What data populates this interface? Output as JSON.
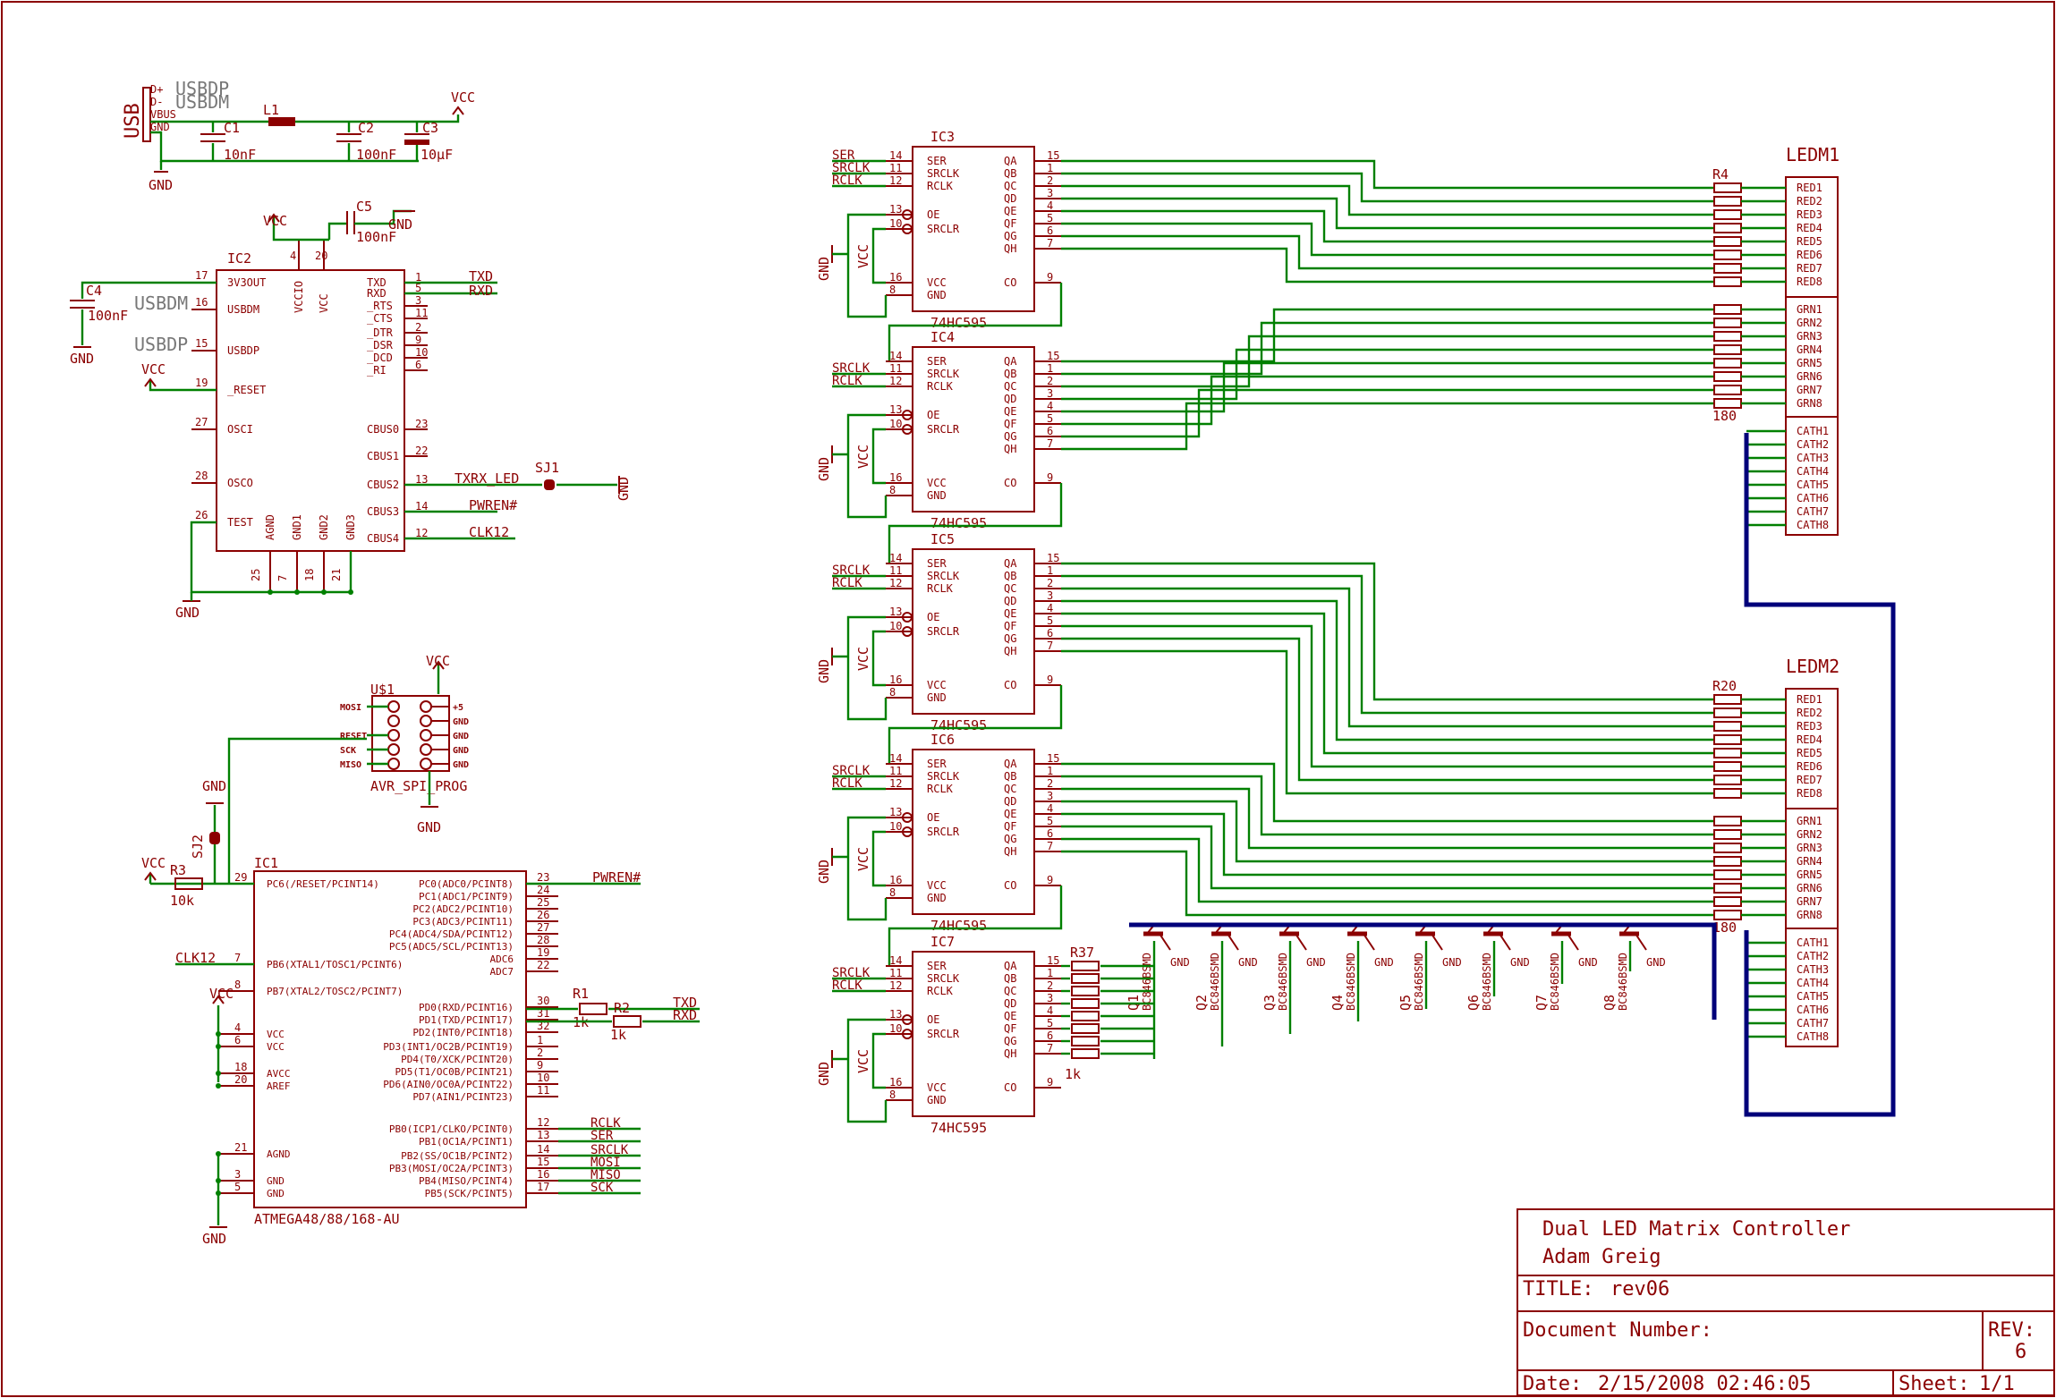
{
  "title_block": {
    "project": "Dual LED Matrix Controller",
    "author": "Adam Greig",
    "title_label": "TITLE:",
    "title_value": "rev06",
    "doc_label": "Document Number:",
    "rev_label": "REV:",
    "rev_value": "6",
    "date_label": "Date:",
    "date_value": "2/15/2008 02:46:05",
    "sheet_label": "Sheet:",
    "sheet_value": "1/1"
  },
  "usb": {
    "connector": "USB",
    "pins": [
      "D+",
      "D-",
      "VBUS",
      "GND"
    ],
    "nets": [
      "USBDP",
      "USBDM"
    ],
    "l1": "L1",
    "c1": "C1",
    "c1_val": "10nF",
    "c2": "C2",
    "c2_val": "100nF",
    "c3": "C3",
    "c3_val": "10µF",
    "vcc": "VCC",
    "gnd": "GND"
  },
  "ic2": {
    "name": "IC2",
    "left_pins": [
      {
        "num": "17",
        "name": "3V3OUT"
      },
      {
        "num": "16",
        "name": "USBDM"
      },
      {
        "num": "15",
        "name": "USBDP"
      },
      {
        "num": "19",
        "name": "_RESET"
      },
      {
        "num": "27",
        "name": "OSCI"
      },
      {
        "num": "28",
        "name": "OSCO"
      },
      {
        "num": "26",
        "name": "TEST"
      }
    ],
    "top_pins": [
      {
        "num": "4",
        "name": "VCCIO"
      },
      {
        "num": "20",
        "name": "VCC"
      }
    ],
    "bottom_pins": [
      {
        "num": "25",
        "name": "AGND"
      },
      {
        "num": "7",
        "name": "GND1"
      },
      {
        "num": "18",
        "name": "GND2"
      },
      {
        "num": "21",
        "name": "GND3"
      }
    ],
    "right_pins": [
      {
        "num": "1",
        "name": "TXD"
      },
      {
        "num": "5",
        "name": "RXD"
      },
      {
        "num": "3",
        "name": "_RTS"
      },
      {
        "num": "11",
        "name": "_CTS"
      },
      {
        "num": "2",
        "name": "_DTR"
      },
      {
        "num": "9",
        "name": "_DSR"
      },
      {
        "num": "10",
        "name": "_DCD"
      },
      {
        "num": "6",
        "name": "_RI"
      },
      {
        "num": "23",
        "name": "CBUS0"
      },
      {
        "num": "22",
        "name": "CBUS1"
      },
      {
        "num": "13",
        "name": "CBUS2"
      },
      {
        "num": "14",
        "name": "CBUS3"
      },
      {
        "num": "12",
        "name": "CBUS4"
      }
    ],
    "nets": {
      "txd": "TXD",
      "rxd": "RXD",
      "txrx": "TXRX_LED",
      "pwren": "PWREN#",
      "clk": "CLK12"
    },
    "c4": "C4",
    "c4_val": "100nF",
    "c5": "C5",
    "c5_val": "100nF",
    "usbdm": "USBDM",
    "usbdp": "USBDP",
    "sj1": "SJ1",
    "vcc": "VCC",
    "gnd": "GND"
  },
  "spi": {
    "name": "U$1",
    "label": "AVR_SPI_PROG",
    "left": [
      "MOSI",
      "RESET",
      "SCK",
      "MISO"
    ],
    "right": [
      "+5",
      "GND",
      "GND",
      "GND",
      "GND"
    ],
    "vcc": "VCC",
    "gnd": "GND"
  },
  "ic1": {
    "name": "IC1",
    "part": "ATMEGA48/88/168-AU",
    "left_pins": [
      {
        "num": "29",
        "name": "PC6(/RESET/PCINT14)"
      },
      {
        "num": "7",
        "name": "PB6(XTAL1/TOSC1/PCINT6)"
      },
      {
        "num": "8",
        "name": "PB7(XTAL2/TOSC2/PCINT7)"
      },
      {
        "num": "4",
        "name": "VCC"
      },
      {
        "num": "6",
        "name": "VCC"
      },
      {
        "num": "18",
        "name": "AVCC"
      },
      {
        "num": "20",
        "name": "AREF"
      },
      {
        "num": "21",
        "name": "AGND"
      },
      {
        "num": "3",
        "name": "GND"
      },
      {
        "num": "5",
        "name": "GND"
      }
    ],
    "right_pins": [
      {
        "num": "23",
        "name": "PC0(ADC0/PCINT8)"
      },
      {
        "num": "24",
        "name": "PC1(ADC1/PCINT9)"
      },
      {
        "num": "25",
        "name": "PC2(ADC2/PCINT10)"
      },
      {
        "num": "26",
        "name": "PC3(ADC3/PCINT11)"
      },
      {
        "num": "27",
        "name": "PC4(ADC4/SDA/PCINT12)"
      },
      {
        "num": "28",
        "name": "PC5(ADC5/SCL/PCINT13)"
      },
      {
        "num": "19",
        "name": "ADC6"
      },
      {
        "num": "22",
        "name": "ADC7"
      },
      {
        "num": "30",
        "name": "PD0(RXD/PCINT16)"
      },
      {
        "num": "31",
        "name": "PD1(TXD/PCINT17)"
      },
      {
        "num": "32",
        "name": "PD2(INT0/PCINT18)"
      },
      {
        "num": "1",
        "name": "PD3(INT1/OC2B/PCINT19)"
      },
      {
        "num": "2",
        "name": "PD4(T0/XCK/PCINT20)"
      },
      {
        "num": "9",
        "name": "PD5(T1/OC0B/PCINT21)"
      },
      {
        "num": "10",
        "name": "PD6(AIN0/OC0A/PCINT22)"
      },
      {
        "num": "11",
        "name": "PD7(AIN1/PCINT23)"
      },
      {
        "num": "12",
        "name": "PB0(ICP1/CLKO/PCINT0)"
      },
      {
        "num": "13",
        "name": "PB1(OC1A/PCINT1)"
      },
      {
        "num": "14",
        "name": "PB2(SS/OC1B/PCINT2)"
      },
      {
        "num": "15",
        "name": "PB3(MOSI/OC2A/PCINT3)"
      },
      {
        "num": "16",
        "name": "PB4(MISO/PCINT4)"
      },
      {
        "num": "17",
        "name": "PB5(SCK/PCINT5)"
      }
    ],
    "nets": {
      "pwren": "PWREN#",
      "clk": "CLK12",
      "txd": "TXD",
      "rxd": "RXD",
      "rclk": "RCLK",
      "ser": "SER",
      "srclk": "SRCLK",
      "mosi": "MOSI",
      "miso": "MISO",
      "sck": "SCK"
    },
    "r1": "R1",
    "r1_val": "1k",
    "r2": "R2",
    "r2_val": "1k",
    "r3": "R3",
    "r3_val": "10k",
    "sj2": "SJ2",
    "vcc": "VCC",
    "gnd": "GND"
  },
  "shift_regs": {
    "part": "74HC595",
    "names": [
      "IC3",
      "IC4",
      "IC5",
      "IC6",
      "IC7"
    ],
    "first_in": [
      "SER",
      "SRCLK",
      "RCLK"
    ],
    "chained_in": [
      "SRCLK",
      "RCLK"
    ],
    "left_pins": [
      {
        "num": "14",
        "name": "SER"
      },
      {
        "num": "11",
        "name": "SRCLK"
      },
      {
        "num": "12",
        "name": "RCLK"
      },
      {
        "num": "13",
        "name": "OE"
      },
      {
        "num": "10",
        "name": "SRCLR"
      },
      {
        "num": "16",
        "name": "VCC"
      },
      {
        "num": "8",
        "name": "GND"
      }
    ],
    "right_pins": [
      {
        "num": "15",
        "name": "QA"
      },
      {
        "num": "1",
        "name": "QB"
      },
      {
        "num": "2",
        "name": "QC"
      },
      {
        "num": "3",
        "name": "QD"
      },
      {
        "num": "4",
        "name": "QE"
      },
      {
        "num": "5",
        "name": "QF"
      },
      {
        "num": "6",
        "name": "QG"
      },
      {
        "num": "7",
        "name": "QH"
      },
      {
        "num": "9",
        "name": "CO"
      }
    ],
    "vcc": "VCC",
    "gnd": "GND"
  },
  "leds": [
    {
      "name": "LEDM1",
      "rname": "R4",
      "rval": "180"
    },
    {
      "name": "LEDM2",
      "rname": "R20",
      "rval": "180"
    }
  ],
  "led_pins": {
    "red": [
      "RED1",
      "RED2",
      "RED3",
      "RED4",
      "RED5",
      "RED6",
      "RED7",
      "RED8"
    ],
    "grn": [
      "GRN1",
      "GRN2",
      "GRN3",
      "GRN4",
      "GRN5",
      "GRN6",
      "GRN7",
      "GRN8"
    ],
    "cath": [
      "CATH1",
      "CATH2",
      "CATH3",
      "CATH4",
      "CATH5",
      "CATH6",
      "CATH7",
      "CATH8"
    ]
  },
  "transistors": {
    "names": [
      "Q1",
      "Q2",
      "Q3",
      "Q4",
      "Q5",
      "Q6",
      "Q7",
      "Q8"
    ],
    "part": "BC846BSMD",
    "gnd": "GND",
    "rname": "R37",
    "rval": "1k"
  }
}
